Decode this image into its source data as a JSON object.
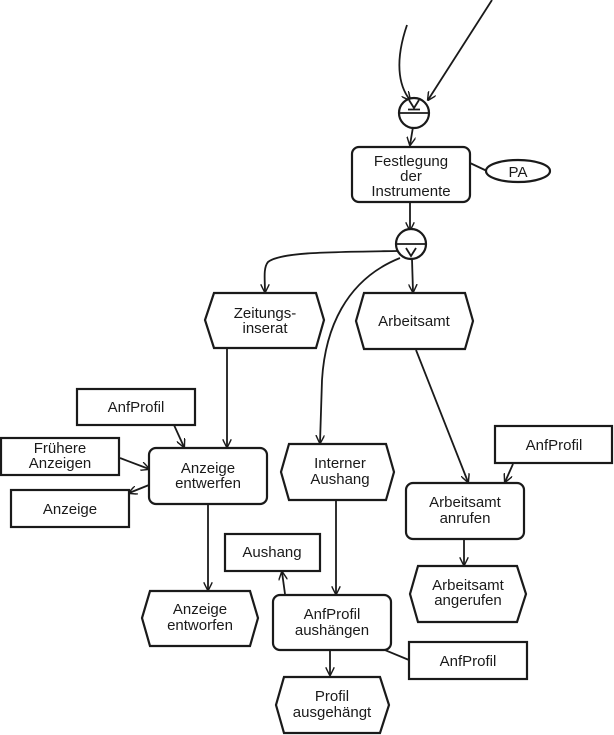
{
  "diagram": {
    "type": "EPC (event-driven process chain)",
    "colors": {
      "stroke": "#1a1a1a",
      "fill": "#ffffff"
    },
    "connectors": {
      "xor_join": {
        "kind": "XOR",
        "symbol": "⊻"
      },
      "or_split": {
        "kind": "OR",
        "symbol": "∨"
      }
    },
    "functions": {
      "festlegung": [
        "Festlegung",
        "der",
        "Instrumente"
      ],
      "anzeige_entwerfen": [
        "Anzeige",
        "entwerfen"
      ],
      "arbeitsamt_anrufen": [
        "Arbeitsamt",
        "anrufen"
      ],
      "anfprofil_aushaengen": [
        "AnfProfil",
        "aushängen"
      ]
    },
    "events": {
      "zeitungsinserat": [
        "Zeitungs-",
        "inserat"
      ],
      "arbeitsamt": [
        "Arbeitsamt"
      ],
      "interner_aushang": [
        "Interner",
        "Aushang"
      ],
      "anzeige_entworfen": [
        "Anzeige",
        "entworfen"
      ],
      "arbeitsamt_angerufen": [
        "Arbeitsamt",
        "angerufen"
      ],
      "profil_ausgehaengt": [
        "Profil",
        "ausgehängt"
      ]
    },
    "org_units": {
      "pa": "PA"
    },
    "info_objects": {
      "anfprofil_1": [
        "AnfProfil"
      ],
      "fruehere_anzeigen": [
        "Frühere",
        "Anzeigen"
      ],
      "anzeige": [
        "Anzeige"
      ],
      "anfprofil_2": [
        "AnfProfil"
      ],
      "aushang": [
        "Aushang"
      ],
      "anfprofil_3": [
        "AnfProfil"
      ]
    }
  }
}
